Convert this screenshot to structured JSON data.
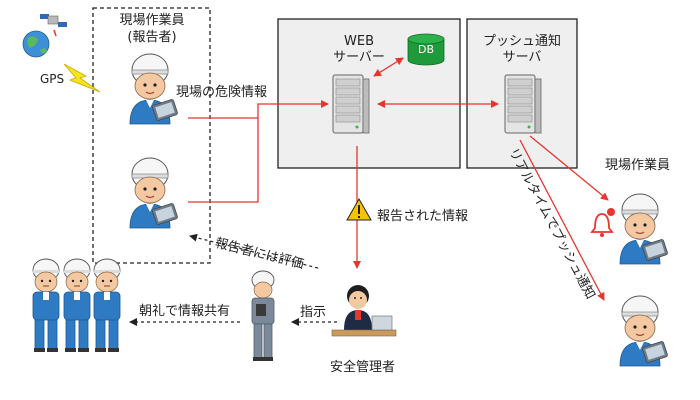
{
  "diagram": {
    "gps_label": "GPS",
    "field_worker_box_title": [
      "現場作業員",
      "(報告者)"
    ],
    "web_server_label": [
      "WEB",
      "サーバー"
    ],
    "db_label": "DB",
    "push_server_label": [
      "プッシュ通知",
      "サーバ"
    ],
    "field_worker_right_label": "現場作業員",
    "arrow_danger_info": "現場の危険情報",
    "arrow_reported_info": "報告された情報",
    "arrow_evaluation": "報告者には評価",
    "arrow_realtime_push": "リアルタイムでプッシュ通知",
    "arrow_instruction": "指示",
    "arrow_morning_meeting": "朝礼で情報共有",
    "safety_manager_label": "安全管理者",
    "colors": {
      "red_line": "#e8352e",
      "box_bg": "#efefef",
      "db_green": "#1f9a3a",
      "worker_blue": "#2e7bc4",
      "helmet_white": "#f7f7f7",
      "warning_yellow": "#f5c400"
    }
  }
}
